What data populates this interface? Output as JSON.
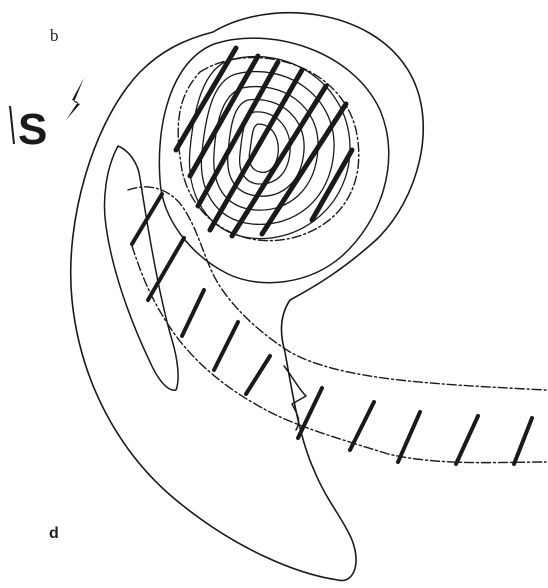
{
  "figure": {
    "panel_label_top": "b",
    "panel_label_bottom": "d",
    "mark_label": "S",
    "colors": {
      "ink": "#1a1a1a",
      "background": "#ffffff"
    }
  }
}
